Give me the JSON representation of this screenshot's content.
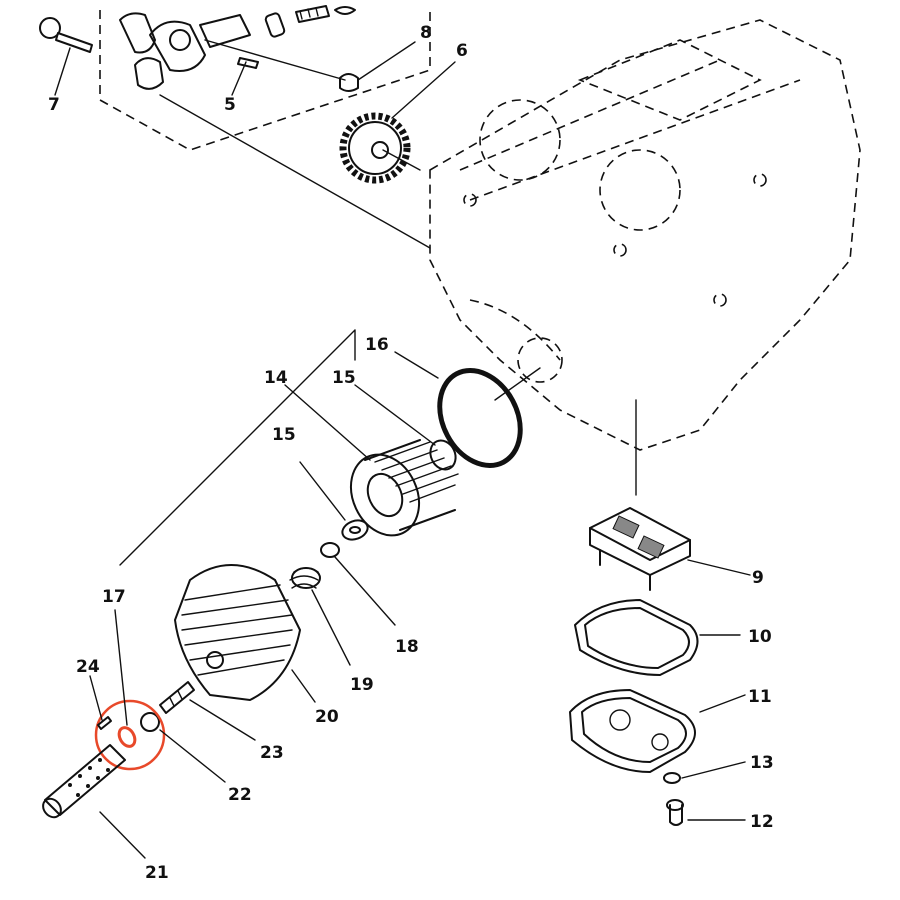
{
  "diagram": {
    "highlight_color": "#e8492a",
    "callouts": [
      {
        "id": "c7",
        "text": "7"
      },
      {
        "id": "c5",
        "text": "5"
      },
      {
        "id": "c8",
        "text": "8"
      },
      {
        "id": "c6",
        "text": "6"
      },
      {
        "id": "c16",
        "text": "16"
      },
      {
        "id": "c14",
        "text": "14"
      },
      {
        "id": "c15a",
        "text": "15"
      },
      {
        "id": "c15b",
        "text": "15"
      },
      {
        "id": "c17",
        "text": "17"
      },
      {
        "id": "c24",
        "text": "24"
      },
      {
        "id": "c18",
        "text": "18"
      },
      {
        "id": "c19",
        "text": "19"
      },
      {
        "id": "c20",
        "text": "20"
      },
      {
        "id": "c23",
        "text": "23"
      },
      {
        "id": "c22",
        "text": "22"
      },
      {
        "id": "c21",
        "text": "21"
      },
      {
        "id": "c9",
        "text": "9"
      },
      {
        "id": "c10",
        "text": "10"
      },
      {
        "id": "c11",
        "text": "11"
      },
      {
        "id": "c13",
        "text": "13"
      },
      {
        "id": "c12",
        "text": "12"
      }
    ]
  }
}
